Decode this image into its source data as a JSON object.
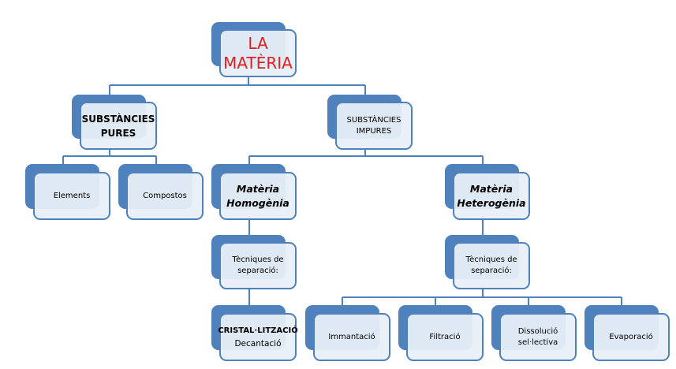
{
  "diagram": {
    "accent_color": "#4f81bd",
    "title_color": "#e0201f",
    "root": {
      "lines": [
        "LA",
        "MATÈRIA"
      ]
    },
    "pures": {
      "lines": [
        "SUBSTÀNCIES",
        "PURES"
      ]
    },
    "impures": {
      "lines": [
        "SUBSTÀNCIES",
        "IMPURES"
      ]
    },
    "elements": {
      "lines": [
        "Elements"
      ]
    },
    "compostos": {
      "lines": [
        "Compostos"
      ]
    },
    "homogenia": {
      "lines": [
        "Matèria",
        "Homogènia"
      ]
    },
    "heterogenia": {
      "lines": [
        "Matèria",
        "Heterogènia"
      ]
    },
    "tecniques_hom": {
      "lines": [
        "Tècniques de",
        "separació:"
      ]
    },
    "tecniques_het": {
      "lines": [
        "Tècniques de",
        "separació:"
      ]
    },
    "cristal": {
      "lines": [
        "CRISTAL·LITZACIÓ",
        "Decantació"
      ]
    },
    "immantacio": {
      "lines": [
        "Immantació"
      ]
    },
    "filtracio": {
      "lines": [
        "Filtració"
      ]
    },
    "dissolucio": {
      "lines": [
        "Dissolució",
        "sel·lectiva"
      ]
    },
    "evaporacio": {
      "lines": [
        "Evaporació"
      ]
    }
  }
}
